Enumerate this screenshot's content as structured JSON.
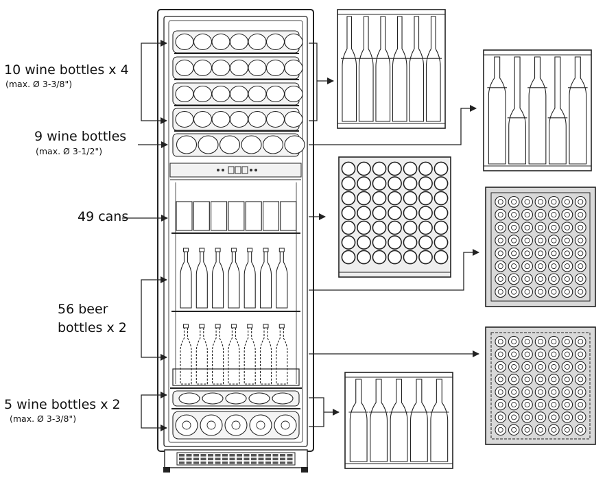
{
  "labels": {
    "wine_top_main": "10 wine bottles x 4",
    "wine_top_sub": "(max. Ø 3-3/8\")",
    "wine_mid_main": "9 wine bottles",
    "wine_mid_sub": "(max. Ø 3-1/2\")",
    "cans_main": "49 cans",
    "beer_line1": "56 beer",
    "beer_line2": "bottles x 2",
    "wine_bottom_main": "5 wine bottles x 2",
    "wine_bottom_sub": "(max. Ø 3-3/8\")"
  },
  "icons": {
    "cabinet": "wine-cooler-front-icon",
    "arrow": "arrow-right-icon"
  },
  "colors": {
    "stroke": "#222222",
    "shelf_fill": "#f4f4f4",
    "tray_fill": "#d9d9d9",
    "panel_fill": "#eeeeee"
  }
}
